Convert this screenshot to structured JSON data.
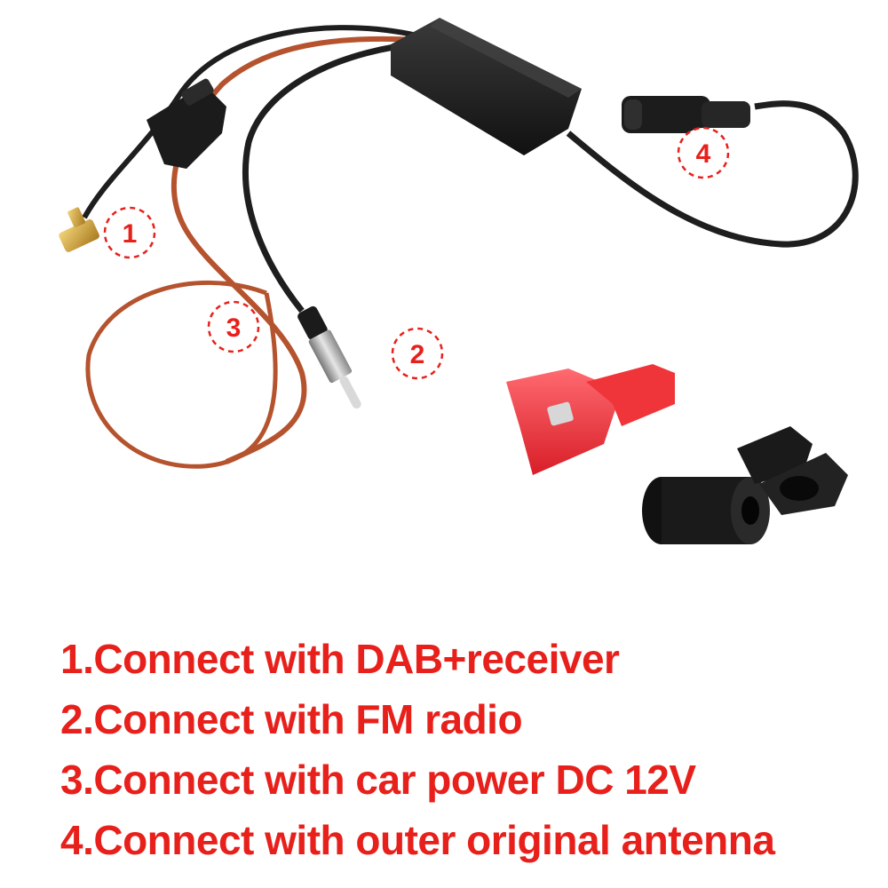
{
  "colors": {
    "accent_red": "#e8201b",
    "cable_black": "#1e1e1e",
    "cable_brown": "#b5532e",
    "connector_gold": "#c9a23a",
    "splice_red": "#f0353a",
    "ferrite_black": "#1a1a1a"
  },
  "callouts": [
    {
      "number": "1"
    },
    {
      "number": "2"
    },
    {
      "number": "3"
    },
    {
      "number": "4"
    }
  ],
  "instructions": [
    "1.Connect with DAB+receiver",
    "2.Connect with FM radio",
    "3.Connect with car power DC 12V",
    "4.Connect with outer original antenna"
  ]
}
